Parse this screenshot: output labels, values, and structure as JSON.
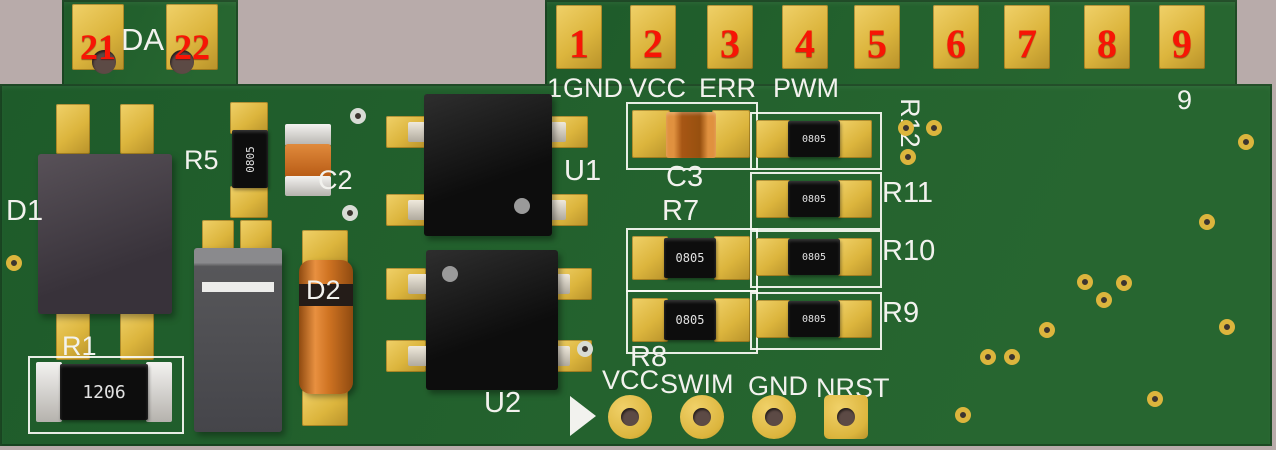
{
  "colors": {
    "bg": "#b8abaa",
    "board": "#1e5b2a",
    "board-light": "#276630",
    "pad": "#dcb53d",
    "pad-light": "#f0d169",
    "silk": "#f2f2ee",
    "red": "#f71505",
    "hole": "#5c4a45"
  },
  "connector_top_left": {
    "pins": [
      "21",
      "22"
    ],
    "label": "DA"
  },
  "connector_top_right": {
    "pins": [
      "1",
      "2",
      "3",
      "4",
      "5",
      "6",
      "7",
      "8",
      "9"
    ]
  },
  "silk_top_row": {
    "pin1_mark": "1",
    "signals": [
      "GND",
      "VCC",
      "ERR",
      "PWM"
    ]
  },
  "corner_mark": "9",
  "components": {
    "d1": {
      "refdes": "D1"
    },
    "r1": {
      "refdes": "R1",
      "marking": "1206"
    },
    "r5": {
      "refdes": "R5",
      "marking": "0805"
    },
    "c2": {
      "refdes": "C2"
    },
    "d2": {
      "refdes": "D2"
    },
    "u1": {
      "refdes": "U1"
    },
    "u2": {
      "refdes": "U2"
    },
    "c3": {
      "refdes": "C3"
    },
    "r7": {
      "refdes": "R7",
      "marking": "0805"
    },
    "r8": {
      "refdes": "R8",
      "marking": "0805"
    },
    "r9": {
      "refdes": "R9",
      "marking": "0805"
    },
    "r10": {
      "refdes": "R10",
      "marking": "0805"
    },
    "r11": {
      "refdes": "R11",
      "marking": "0805"
    },
    "r12": {
      "refdes": "R12",
      "marking": "0805"
    }
  },
  "swim_header": {
    "labels": [
      "VCC",
      "SWIM",
      "GND",
      "NRST"
    ]
  }
}
